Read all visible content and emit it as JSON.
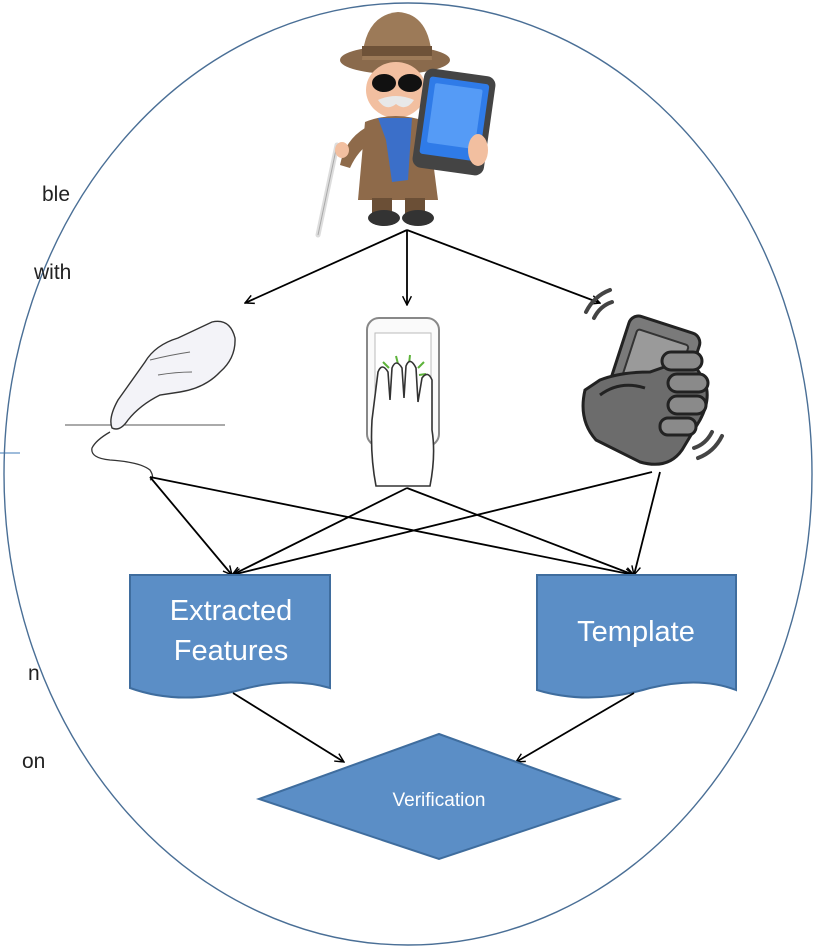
{
  "labels": {
    "extracted_line1": "Extracted",
    "extracted_line2": "Features",
    "template": "Template",
    "verification": "Verification"
  },
  "left_margin_text": [
    "ble",
    "with",
    "n",
    "on"
  ],
  "colors": {
    "box_fill": "#5b8ec6",
    "box_stroke": "#3f6d9e",
    "ellipse_stroke": "#4a6f96",
    "arrow": "#000000",
    "divider": "#7ea6cf",
    "box_text": "#ffffff"
  },
  "icons": [
    "user-with-phone-icon",
    "finger-touch-icon",
    "multitouch-phone-icon",
    "shaking-phone-icon"
  ]
}
